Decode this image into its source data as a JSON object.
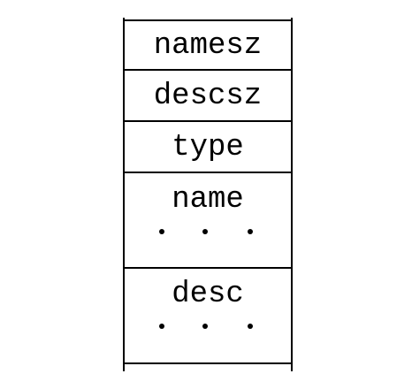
{
  "structure": {
    "fields": [
      {
        "label": "namesz",
        "continued": false
      },
      {
        "label": "descsz",
        "continued": false
      },
      {
        "label": "type",
        "continued": false
      },
      {
        "label": "name",
        "continued": true
      },
      {
        "label": "desc",
        "continued": true
      }
    ]
  }
}
